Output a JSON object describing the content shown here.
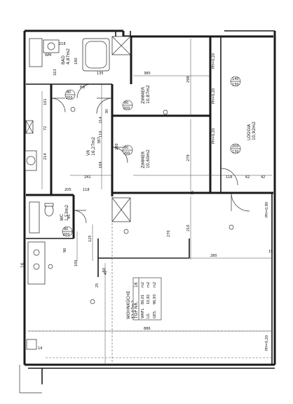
{
  "rooms": [
    {
      "id": "bad",
      "name": "BAD",
      "area": "4,87m2"
    },
    {
      "id": "vr",
      "name": "VR",
      "area": "16,27m2"
    },
    {
      "id": "zimmer1",
      "name": "ZIMMER",
      "area": "10,87m2"
    },
    {
      "id": "zimmer2",
      "name": "ZIMMER",
      "area": "10,60m2"
    },
    {
      "id": "loggia",
      "name": "LOGGIA",
      "area": "10,92m2"
    },
    {
      "id": "wc",
      "name": "WC",
      "area": "1,53m2"
    },
    {
      "id": "wohnkueche",
      "name": "WOHNKÜCHE",
      "area": "42,07m2"
    }
  ],
  "summary": {
    "top_label": "TOP NR.",
    "top_number": "16",
    "wnfl_label": "WNFL",
    "wnfl_value": "86,01",
    "lo_label": "LO.",
    "lo_value": "10,92",
    "ges_label": "GES.",
    "ges_value": "96,93",
    "unit": "m2"
  },
  "dimensions": [
    "380",
    "298",
    "279",
    "210",
    "280",
    "886",
    "387",
    "214",
    "241",
    "205",
    "118",
    "116",
    "62",
    "42",
    "135",
    "180",
    "163",
    "214",
    "101",
    "72",
    "110",
    "169",
    "125",
    "95",
    "80",
    "90",
    "100",
    "50",
    "200",
    "270",
    "15",
    "16",
    "14",
    "8",
    "30",
    "15",
    "45",
    "25"
  ],
  "levels": [
    "PH=0,20",
    "PH=0,20",
    "PH=0,20",
    "PH=0,90",
    "PH=0,20"
  ],
  "window_tags": [
    {
      "top": "140",
      "bottom": "130"
    },
    {
      "top": "200",
      "bottom": "130"
    }
  ],
  "door_tags": [
    "80",
    "200",
    "80",
    "200",
    "80",
    "200",
    "80",
    "200"
  ],
  "fixture_labels": [
    "WM",
    "218",
    "8"
  ]
}
